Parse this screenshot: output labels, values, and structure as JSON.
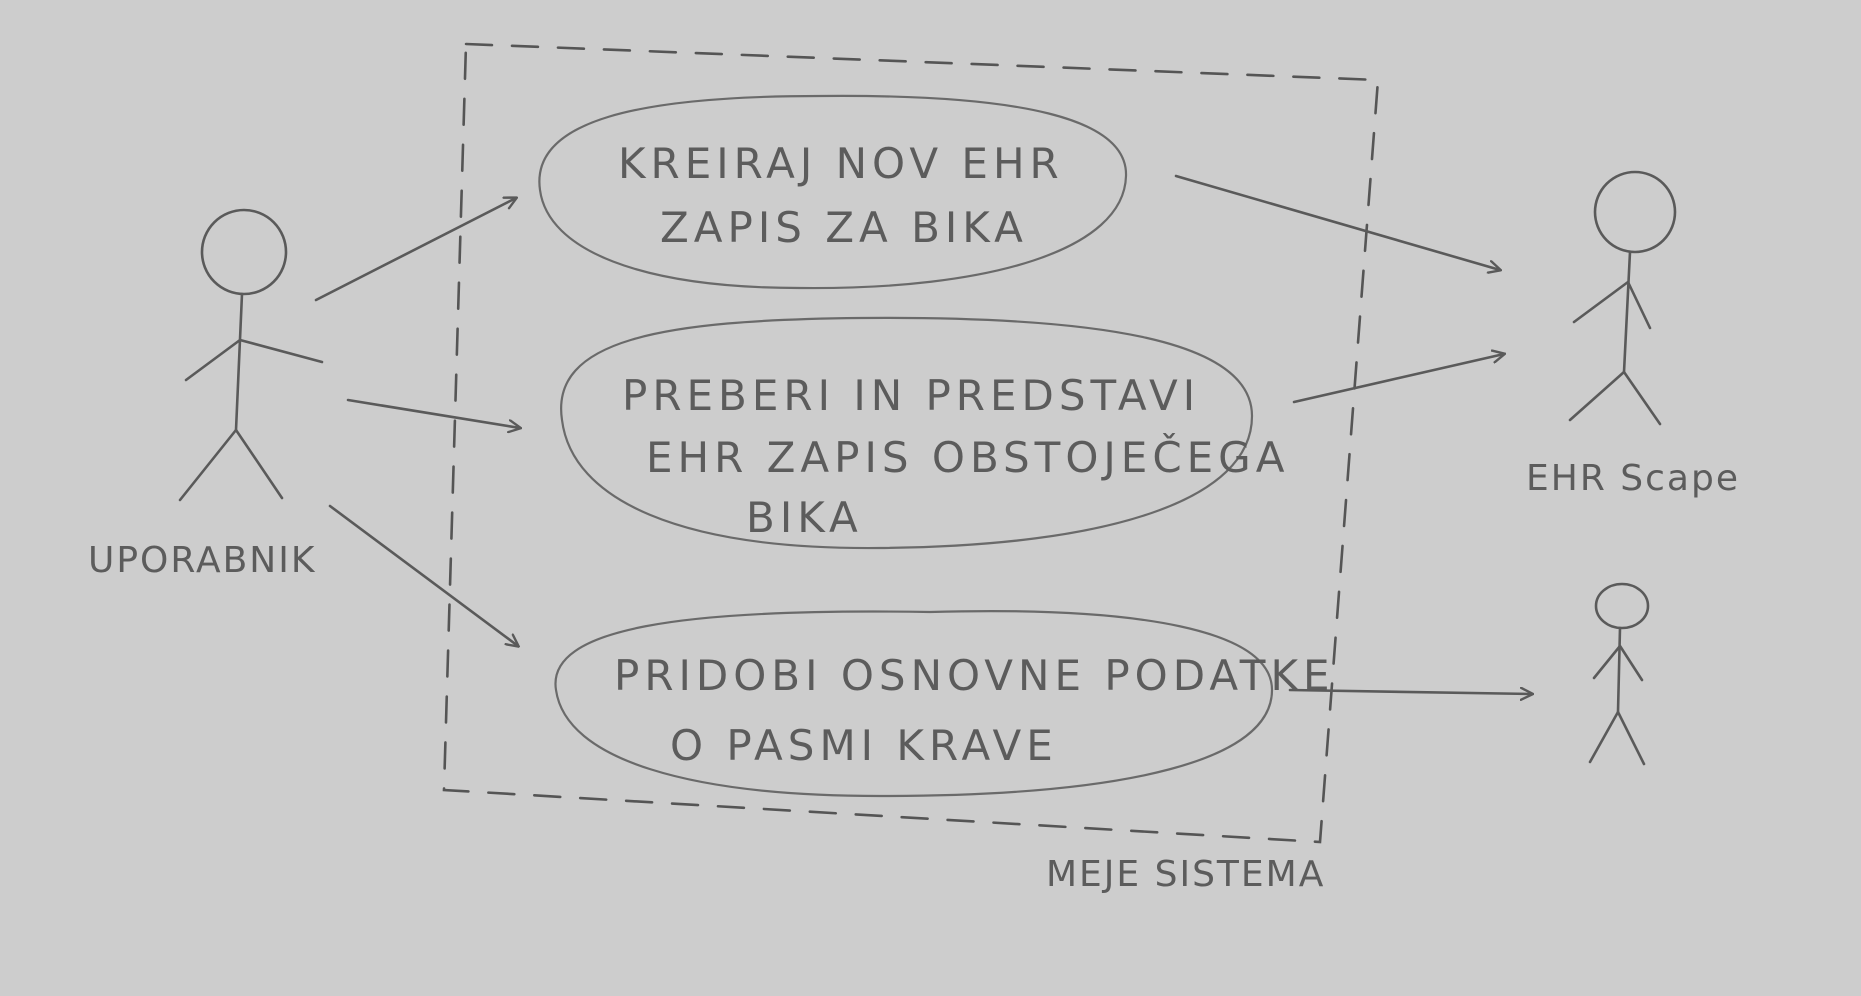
{
  "diagram": {
    "type": "use-case",
    "system_boundary_label": "MEJE SISTEMA",
    "actors": {
      "user": "UPORABNIK",
      "ehr_scape": "EHR Scape",
      "third": ""
    },
    "use_cases": [
      {
        "line1": "KREIRAJ NOV EHR",
        "line2": "ZAPIS ZA BIKA",
        "line3": ""
      },
      {
        "line1": "PREBERI IN PREDSTAVI",
        "line2": "EHR ZAPIS OBSTOJEČEGA",
        "line3": "BIKA"
      },
      {
        "line1": "PRIDOBI OSNOVNE PODATKE",
        "line2": "O PASMI KRAVE",
        "line3": ""
      }
    ]
  }
}
